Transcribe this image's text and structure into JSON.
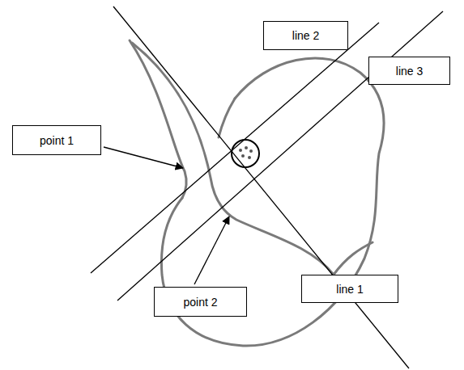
{
  "diagram": {
    "nodes": [
      {
        "text": [
          "line 2"
        ]
      },
      {
        "text": [
          "line 3"
        ]
      },
      {
        "text": [
          "point 1"
        ]
      },
      {
        "text": [
          "point 2"
        ]
      },
      {
        "text": [
          "line 1"
        ]
      }
    ]
  }
}
